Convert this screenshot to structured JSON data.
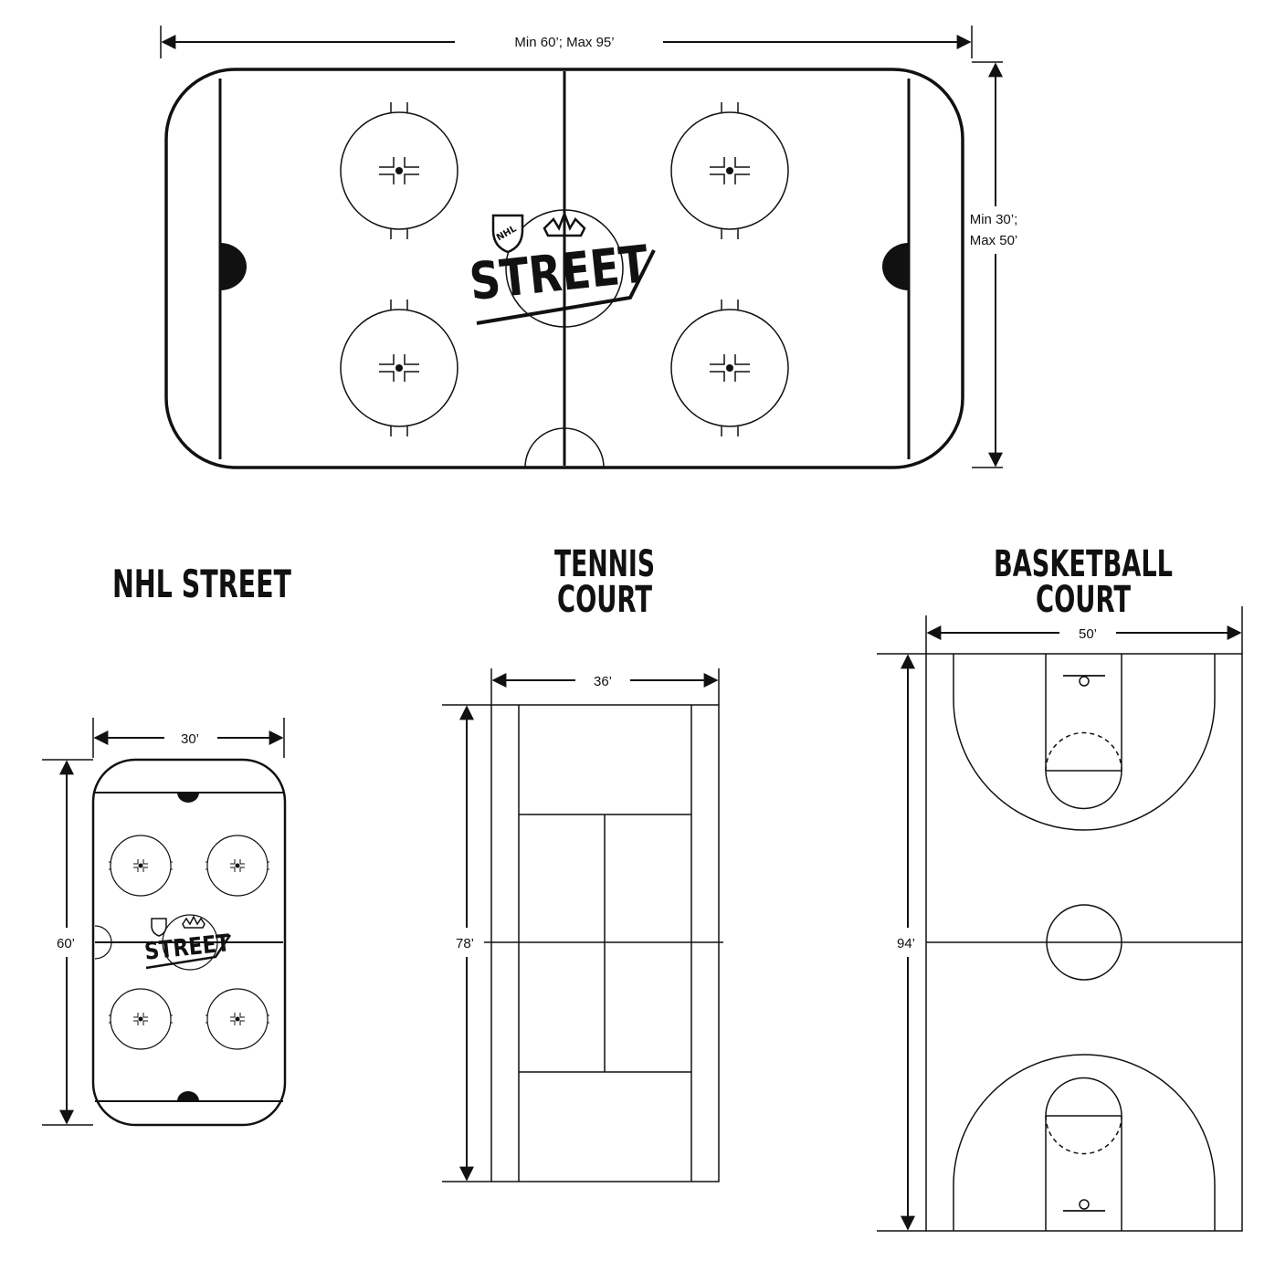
{
  "main_rink": {
    "width_label": "Min 60’; Max 95’",
    "height_label_line1": "Min 30’;",
    "height_label_line2": "Max 50’"
  },
  "logo": {
    "badge_text": "NHL",
    "wordmark": "STREET"
  },
  "sections": {
    "nhl_street": {
      "title": "NHL STREET",
      "width_label": "30’",
      "length_label": "60’"
    },
    "tennis": {
      "title_line1": "TENNIS",
      "title_line2": "COURT",
      "width_label": "36’",
      "length_label": "78’"
    },
    "basketball": {
      "title_line1": "BASKETBALL",
      "title_line2": "COURT",
      "width_label": "50’",
      "length_label": "94’"
    }
  },
  "colors": {
    "line": "#111111",
    "background": "#ffffff"
  }
}
